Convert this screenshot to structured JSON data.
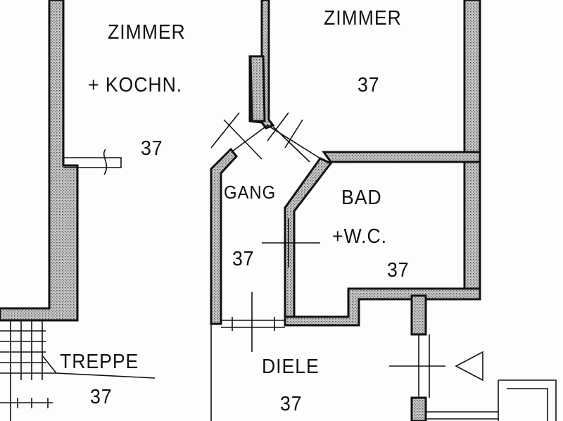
{
  "rooms": {
    "zimmer_kochn": {
      "name": "ZIMMER",
      "sub": "+ KOCHN.",
      "number": "37"
    },
    "zimmer": {
      "name": "ZIMMER",
      "number": "37"
    },
    "gang": {
      "name": "GANG",
      "number": "37"
    },
    "bad": {
      "name": "BAD",
      "sub": "+W.C.",
      "number": "37"
    },
    "treppe": {
      "name": "TREPPE",
      "number": "37"
    },
    "diele": {
      "name": "DIELE",
      "number": "37"
    }
  },
  "colors": {
    "wall_fill": "#9a9a9a",
    "line": "#111111"
  }
}
